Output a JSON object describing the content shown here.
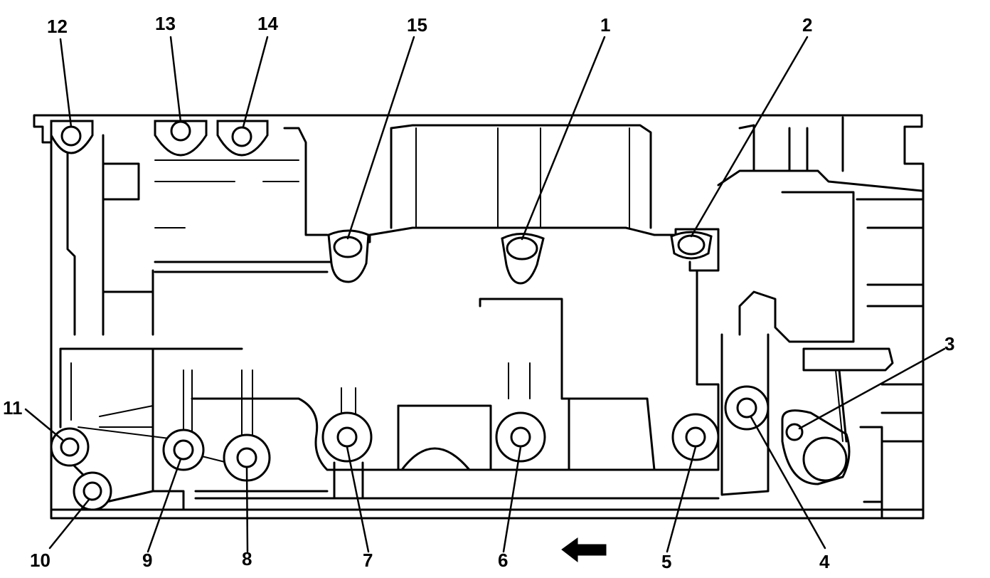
{
  "callouts": [
    {
      "label": "1"
    },
    {
      "label": "2"
    },
    {
      "label": "3"
    },
    {
      "label": "4"
    },
    {
      "label": "5"
    },
    {
      "label": "6"
    },
    {
      "label": "7"
    },
    {
      "label": "8"
    },
    {
      "label": "9"
    },
    {
      "label": "10"
    },
    {
      "label": "11"
    },
    {
      "label": "12"
    },
    {
      "label": "13"
    },
    {
      "label": "14"
    },
    {
      "label": "15"
    }
  ],
  "icons": {
    "direction_arrow": "left-arrow-icon"
  }
}
